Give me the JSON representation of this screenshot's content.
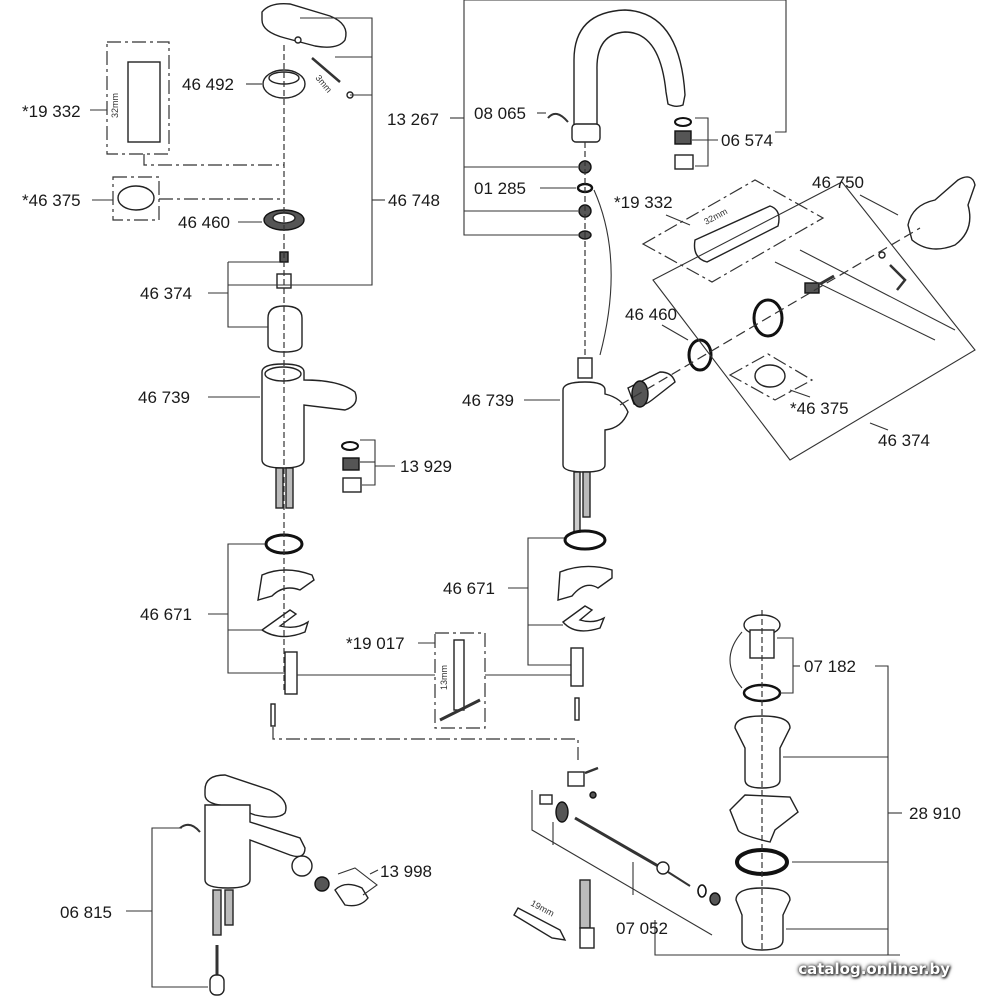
{
  "diagram": {
    "title": "Exploded parts diagram – basin and bidet mixer",
    "labels": {
      "p19332_left": "*19 332",
      "p46492": "46 492",
      "p46375_left": "*46 375",
      "p46460_left": "46 460",
      "p46748": "46 748",
      "p46374_left": "46 374",
      "p46739_left": "46 739",
      "p13929": "13 929",
      "p46671_left": "46 671",
      "p19017": "*19 017",
      "p13998": "13 998",
      "p06815": "06 815",
      "p13267": "13 267",
      "p08065": "08 065",
      "p06574": "06 574",
      "p01285": "01 285",
      "p19332_right": "*19 332",
      "p46750": "46 750",
      "p46460_right": "46 460",
      "p46739_right": "46 739",
      "p46375_right": "*46 375",
      "p46374_right": "46 374",
      "p46671_right": "46 671",
      "p07182": "07 182",
      "p28910": "28 910",
      "p07052": "07 052"
    },
    "tool_dims": {
      "hex_32_left": "32mm",
      "hex_32_right": "32mm",
      "allen_3": "3mm",
      "wrench_13": "13mm",
      "wrench_19": "19mm"
    },
    "watermark": "catalog.onliner.by"
  }
}
